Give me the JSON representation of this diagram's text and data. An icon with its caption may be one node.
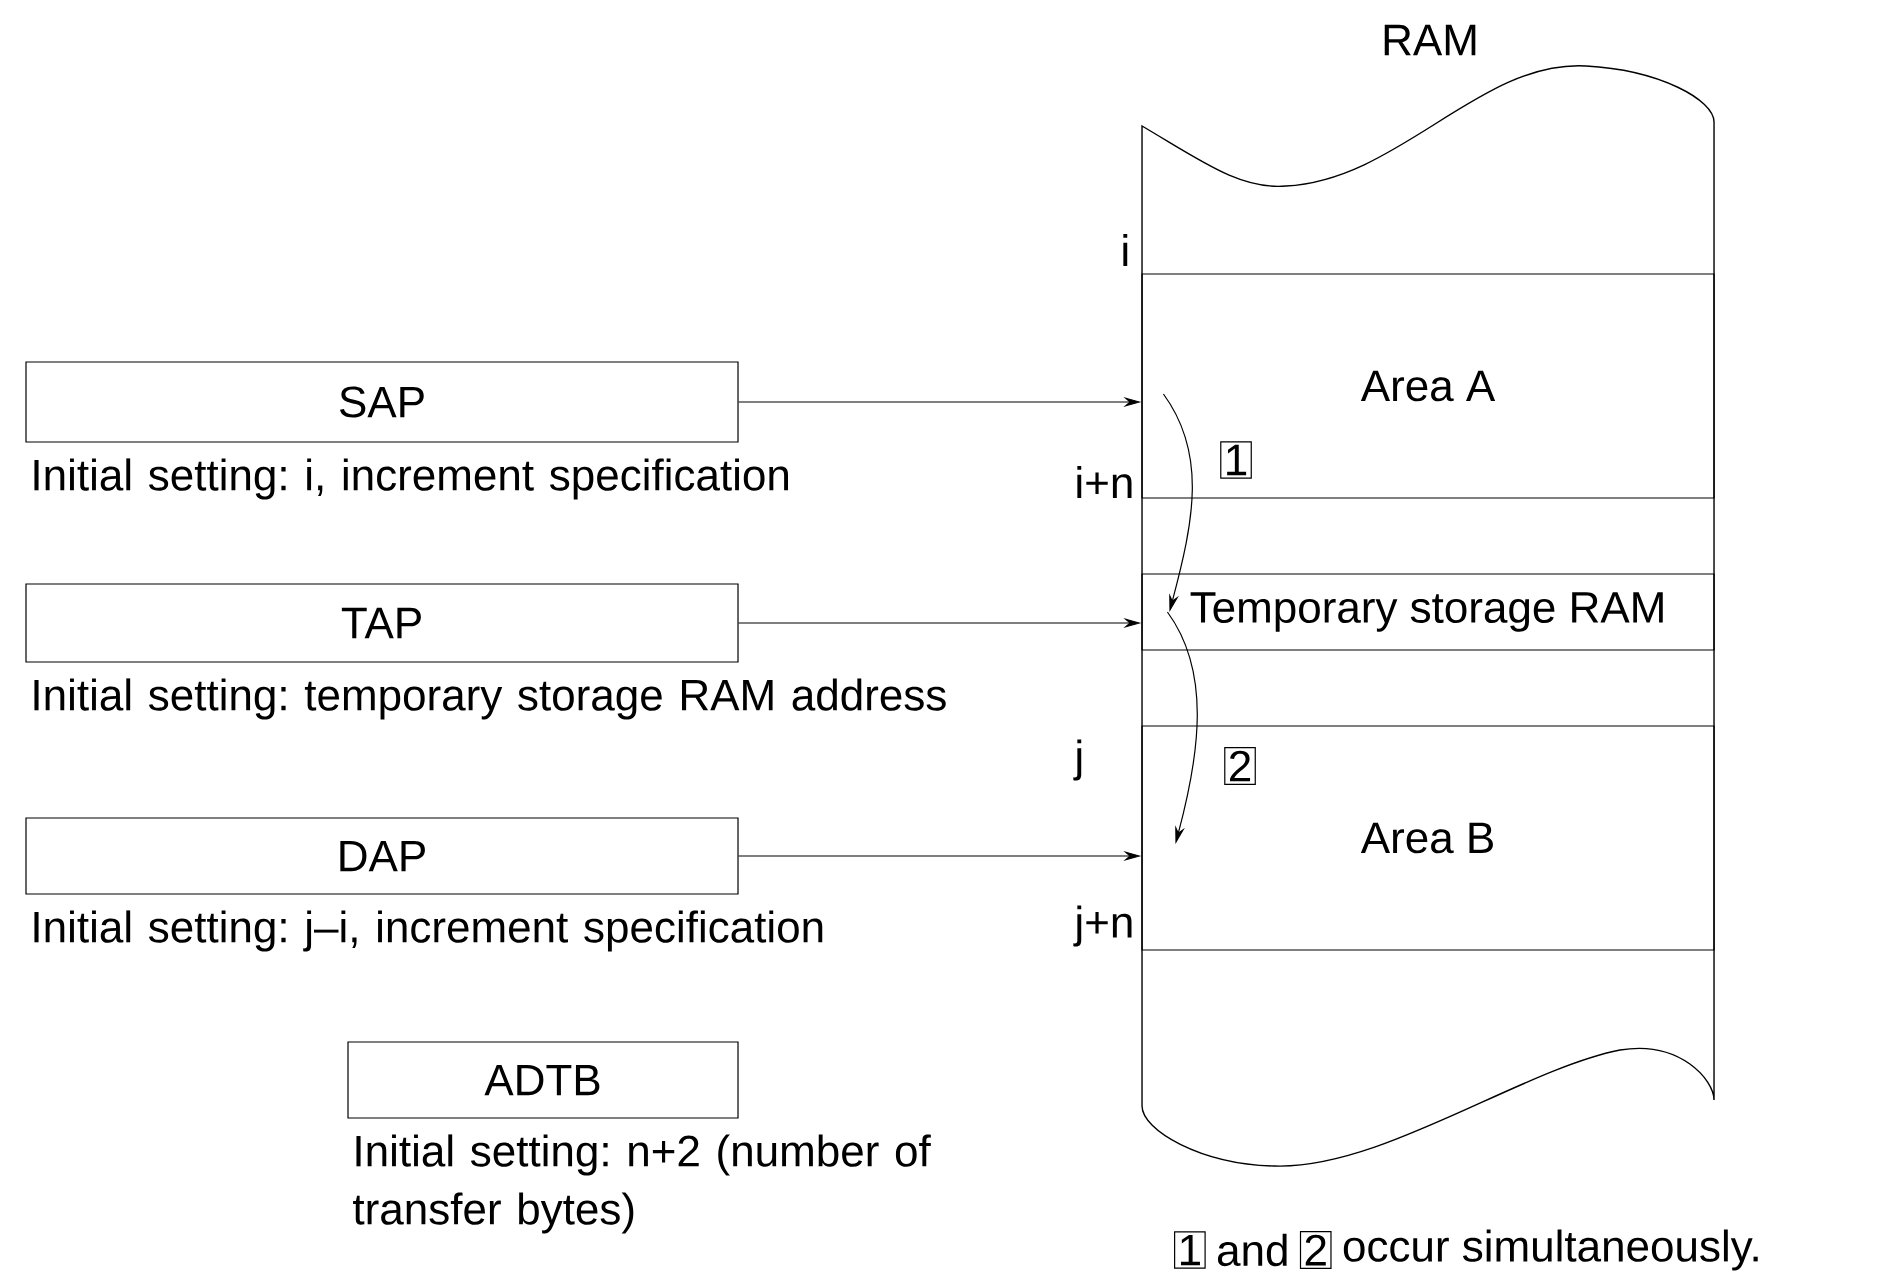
{
  "diagram": {
    "nodes": [
      {
        "text": [
          "RAM"
        ]
      },
      {
        "text": [
          "Area A"
        ],
        "in": 0
      },
      {
        "text": [
          "Temporary storage RAM"
        ],
        "in": 0
      },
      {
        "text": [
          "Area B"
        ],
        "in": 0
      },
      {
        "text": [
          "SAP"
        ],
        "beside": [
          "Initial setting: i, increment specification"
        ]
      },
      {
        "text": [
          "TAP"
        ],
        "beside": [
          "Initial setting: temporary storage RAM address"
        ]
      },
      {
        "text": [
          "DAP"
        ],
        "beside": [
          "Initial setting: j–i, increment specification"
        ]
      },
      {
        "text": [
          "ADTB"
        ],
        "beside": [
          "Initial setting: n+2 (number of transfer bytes)"
        ]
      }
    ],
    "edges": [
      {
        "from": 4,
        "to": 1,
        "arrow": "to"
      },
      {
        "from": 5,
        "to": 2,
        "arrow": "to"
      },
      {
        "from": 6,
        "to": 3,
        "arrow": "to"
      },
      {
        "from": 1,
        "to": 2,
        "arrow": "to",
        "label": "1"
      },
      {
        "from": 2,
        "to": 3,
        "arrow": "to",
        "label": "2"
      }
    ],
    "labels": [
      "i",
      "i+n",
      "j",
      "j+n",
      "1",
      "and",
      "2",
      "occur simultaneously."
    ]
  }
}
